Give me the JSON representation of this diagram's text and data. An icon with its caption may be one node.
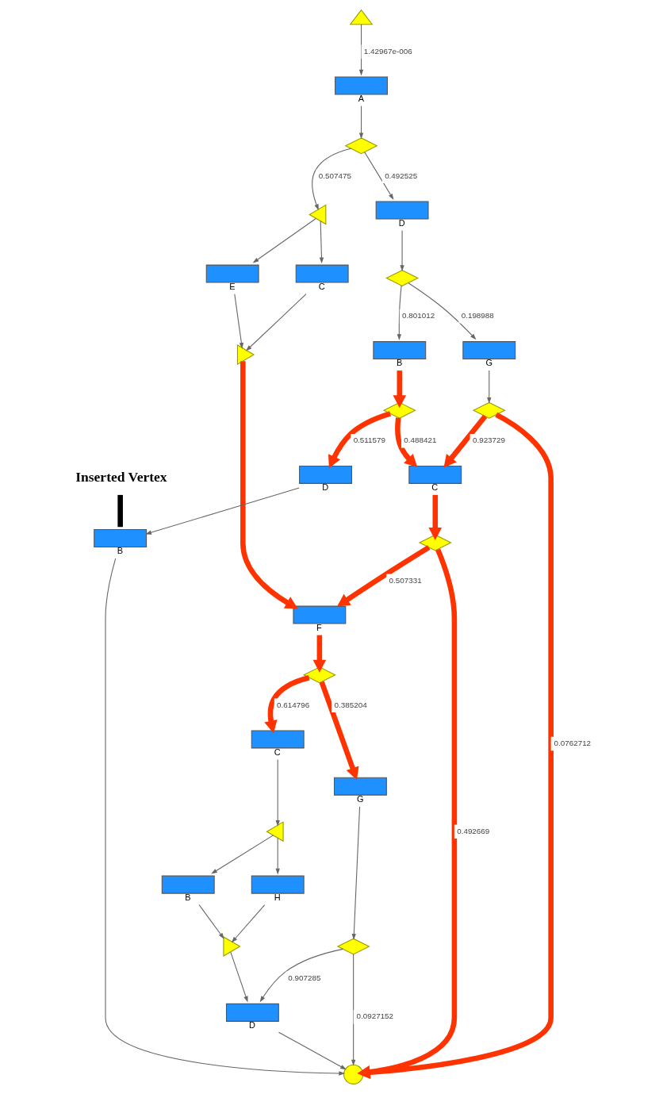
{
  "diagram": {
    "nodes": [
      {
        "text": [],
        "shape": "triangle"
      },
      {
        "text": [
          "A"
        ]
      },
      {
        "text": [],
        "shape": "diamond"
      },
      {
        "text": [],
        "shape": "triangle"
      },
      {
        "text": [
          "D"
        ]
      },
      {
        "text": [
          "E"
        ]
      },
      {
        "text": [
          "C"
        ]
      },
      {
        "text": [],
        "shape": "diamond"
      },
      {
        "text": [],
        "shape": "triangle"
      },
      {
        "text": [
          "B"
        ]
      },
      {
        "text": [
          "G"
        ]
      },
      {
        "text": [],
        "shape": "diamond"
      },
      {
        "text": [],
        "shape": "diamond"
      },
      {
        "text": [
          "D"
        ]
      },
      {
        "text": [
          "C"
        ]
      },
      {
        "text": [
          "B"
        ]
      },
      {
        "text": [],
        "shape": "diamond"
      },
      {
        "text": [
          "F"
        ]
      },
      {
        "text": [],
        "shape": "diamond"
      },
      {
        "text": [
          "C"
        ]
      },
      {
        "text": [
          "G"
        ]
      },
      {
        "text": [],
        "shape": "triangle"
      },
      {
        "text": [],
        "shape": "diamond"
      },
      {
        "text": [
          "B"
        ]
      },
      {
        "text": [
          "H"
        ]
      },
      {
        "text": [],
        "shape": "triangle"
      },
      {
        "text": [
          "D"
        ]
      },
      {
        "text": [],
        "shape": "circle"
      },
      {
        "text": [
          "Inserted Vertex"
        ]
      }
    ],
    "edges": [
      {
        "from": 0,
        "to": 1,
        "arrow": "to",
        "label": "1.42967e-006"
      },
      {
        "from": 1,
        "to": 2,
        "arrow": "to"
      },
      {
        "from": 2,
        "to": 3,
        "arrow": "to",
        "label": "0.507475"
      },
      {
        "from": 2,
        "to": 4,
        "arrow": "to",
        "label": "0.492525"
      },
      {
        "from": 3,
        "to": 5,
        "arrow": "to"
      },
      {
        "from": 3,
        "to": 6,
        "arrow": "to"
      },
      {
        "from": 4,
        "to": 7,
        "arrow": "to"
      },
      {
        "from": 5,
        "to": 8,
        "arrow": "to"
      },
      {
        "from": 6,
        "to": 8,
        "arrow": "to"
      },
      {
        "from": 7,
        "to": 9,
        "arrow": "to",
        "label": "0.801012"
      },
      {
        "from": 7,
        "to": 10,
        "arrow": "to",
        "label": "0.198988"
      },
      {
        "from": 8,
        "to": 17,
        "arrow": "to",
        "style": "thick",
        "color": "#ff3300"
      },
      {
        "from": 9,
        "to": 11,
        "arrow": "to",
        "style": "thick",
        "color": "#ff3300"
      },
      {
        "from": 10,
        "to": 12,
        "arrow": "to"
      },
      {
        "from": 11,
        "to": 13,
        "arrow": "to",
        "label": "0.511579",
        "style": "thick",
        "color": "#ff3300"
      },
      {
        "from": 11,
        "to": 14,
        "arrow": "to",
        "label": "0.488421",
        "style": "thick",
        "color": "#ff3300"
      },
      {
        "from": 12,
        "to": 14,
        "arrow": "to",
        "label": "0.923729",
        "style": "thick",
        "color": "#ff3300"
      },
      {
        "from": 12,
        "to": 27,
        "arrow": "to",
        "label": "0.0762712",
        "style": "thick",
        "color": "#ff3300"
      },
      {
        "from": 13,
        "to": 15,
        "arrow": "to"
      },
      {
        "from": 14,
        "to": 16,
        "arrow": "to",
        "style": "thick",
        "color": "#ff3300"
      },
      {
        "from": 16,
        "to": 17,
        "arrow": "to",
        "label": "0.507331",
        "style": "thick",
        "color": "#ff3300"
      },
      {
        "from": 16,
        "to": 27,
        "arrow": "to",
        "label": "0.492669",
        "style": "thick",
        "color": "#ff3300"
      },
      {
        "from": 15,
        "to": 27,
        "arrow": "to"
      },
      {
        "from": 17,
        "to": 18,
        "arrow": "to",
        "style": "thick",
        "color": "#ff3300"
      },
      {
        "from": 18,
        "to": 19,
        "arrow": "to",
        "label": "0.614796",
        "style": "thick",
        "color": "#ff3300"
      },
      {
        "from": 18,
        "to": 20,
        "arrow": "to",
        "label": "0.385204",
        "style": "thick",
        "color": "#ff3300"
      },
      {
        "from": 19,
        "to": 21,
        "arrow": "to"
      },
      {
        "from": 20,
        "to": 22,
        "arrow": "to"
      },
      {
        "from": 21,
        "to": 23,
        "arrow": "to"
      },
      {
        "from": 21,
        "to": 24,
        "arrow": "to"
      },
      {
        "from": 22,
        "to": 26,
        "arrow": "to",
        "label": "0.907285"
      },
      {
        "from": 22,
        "to": 27,
        "arrow": "to",
        "label": "0.0927152"
      },
      {
        "from": 23,
        "to": 25,
        "arrow": "to"
      },
      {
        "from": 24,
        "to": 25,
        "arrow": "to"
      },
      {
        "from": 25,
        "to": 26,
        "arrow": "to"
      },
      {
        "from": 26,
        "to": 27,
        "arrow": "to"
      },
      {
        "from": 28,
        "to": 15,
        "arrow": "none",
        "style": "thick",
        "color": "#000000"
      }
    ]
  }
}
